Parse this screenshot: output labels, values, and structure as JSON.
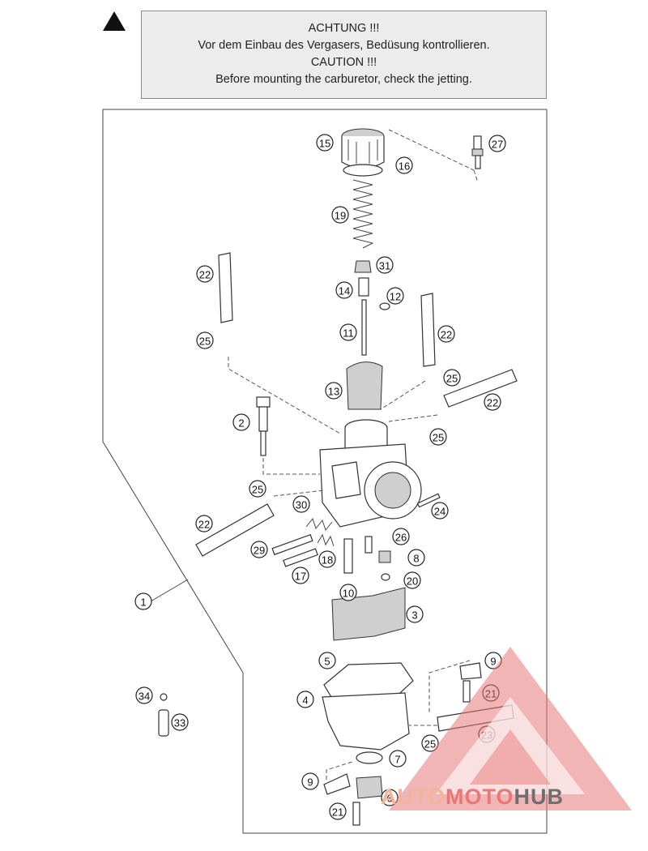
{
  "warning": {
    "line1": "ACHTUNG !!!",
    "line2": "Vor dem Einbau des Vergasers, Bedüsung kontrollieren.",
    "line3": "CAUTION !!!",
    "line4": "Before mounting the carburetor, check the jetting."
  },
  "labels": [
    "15",
    "16",
    "27",
    "19",
    "31",
    "14",
    "12",
    "22",
    "11",
    "22",
    "25",
    "25",
    "13",
    "22",
    "2",
    "25",
    "25",
    "30",
    "24",
    "22",
    "26",
    "29",
    "18",
    "8",
    "17",
    "20",
    "10",
    "1",
    "3",
    "5",
    "9",
    "4",
    "21",
    "34",
    "33",
    "23",
    "25",
    "7",
    "9",
    "6",
    "21"
  ],
  "watermark": {
    "part1": "AUTO",
    "part2": "MOTO",
    "part3": "HUB"
  },
  "colors": {
    "watermark_red": "#e87878",
    "watermark_orange": "#f2b49a",
    "watermark_gray": "#6f6f6f"
  }
}
